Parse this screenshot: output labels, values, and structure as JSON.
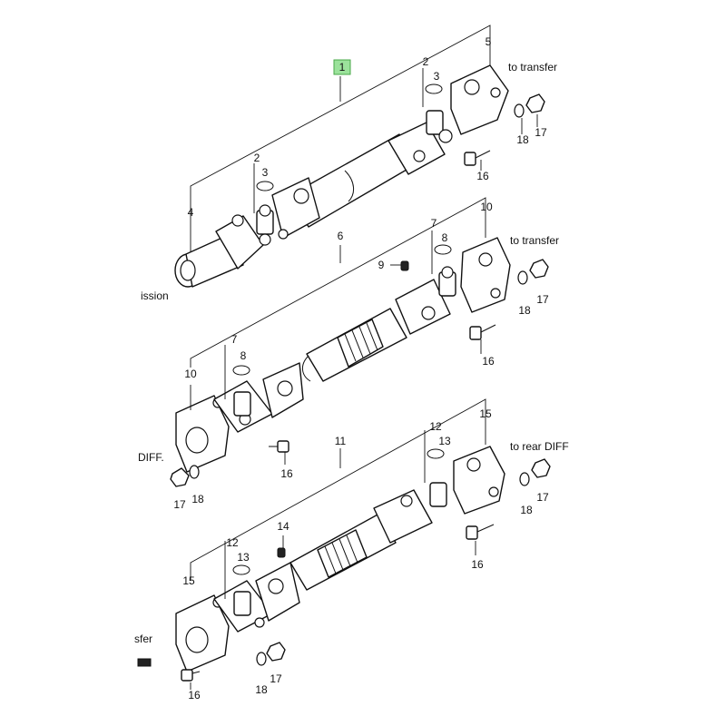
{
  "highlight_color": "#9be29b",
  "labels": {
    "p1": "1",
    "a2": "2",
    "a3": "3",
    "a4": "4",
    "a5": "5",
    "b2": "2",
    "b3": "3",
    "a16": "16",
    "a17": "17",
    "a18": "18",
    "b6": "6",
    "b7": "7",
    "b8": "8",
    "b9": "9",
    "b10r": "10",
    "b10l": "10",
    "b7l": "7",
    "b8l": "8",
    "b16r": "16",
    "b17r": "17",
    "b18r": "18",
    "b16l": "16",
    "b17l": "17",
    "b18l": "18",
    "c11": "11",
    "c12r": "12",
    "c13r": "13",
    "c15r": "15",
    "c16r": "16",
    "c17r": "17",
    "c18r": "18",
    "c12l": "12",
    "c13l": "13",
    "c14": "14",
    "c15l": "15",
    "c16l": "16",
    "c17l": "17",
    "c18l": "18"
  },
  "captions": {
    "to_transfer_1": "to transfer",
    "to_transfer_2": "to transfer",
    "to_rear_diff": "to rear DIFF",
    "ission": "ission",
    "diff": "DIFF.",
    "sfer": "sfer"
  }
}
